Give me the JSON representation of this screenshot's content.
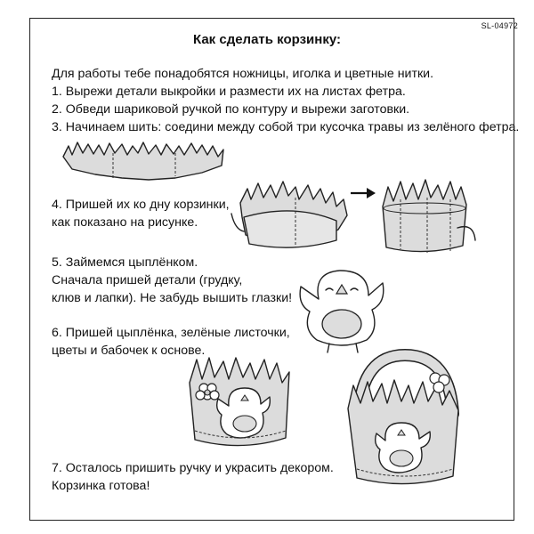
{
  "code": "SL-04972",
  "title": "Как сделать корзинку:",
  "steps": {
    "intro": "Для работы тебе понадобятся ножницы, иголка и цветные нитки.",
    "s1": "1. Вырежи детали выкройки и размести их на листах фетра.",
    "s2": "2. Обведи шариковой ручкой по контуру и вырежи заготовки.",
    "s3": "3. Начинаем шить: соедини между собой три кусочка травы из зелёного фетра.",
    "s4_line1": "4. Пришей их ко дну корзинки,",
    "s4_line2": "как показано на рисунке.",
    "s5_line1": "5. Займемся цыплёнком.",
    "s5_line2": "Сначала пришей детали (грудку,",
    "s5_line3": "клюв и лапки). Не забудь вышить глазки!",
    "s6_line1": "6. Пришей цыплёнка, зелёные листочки,",
    "s6_line2": "цветы и бабочек к основе.",
    "s7_line1": "7. Осталось пришить ручку и украсить декором.",
    "s7_line2": "Корзинка готова!"
  },
  "illustrations": {
    "grass_strip": "grass-strip-illustration",
    "basket_sewing": "basket-sewing-illustration",
    "arrow": "right-arrow-icon",
    "basket_done": "basket-cup-illustration",
    "chick": "chick-illustration",
    "basket_decorated": "decorated-basket-illustration",
    "basket_with_handle": "basket-with-handle-illustration"
  }
}
